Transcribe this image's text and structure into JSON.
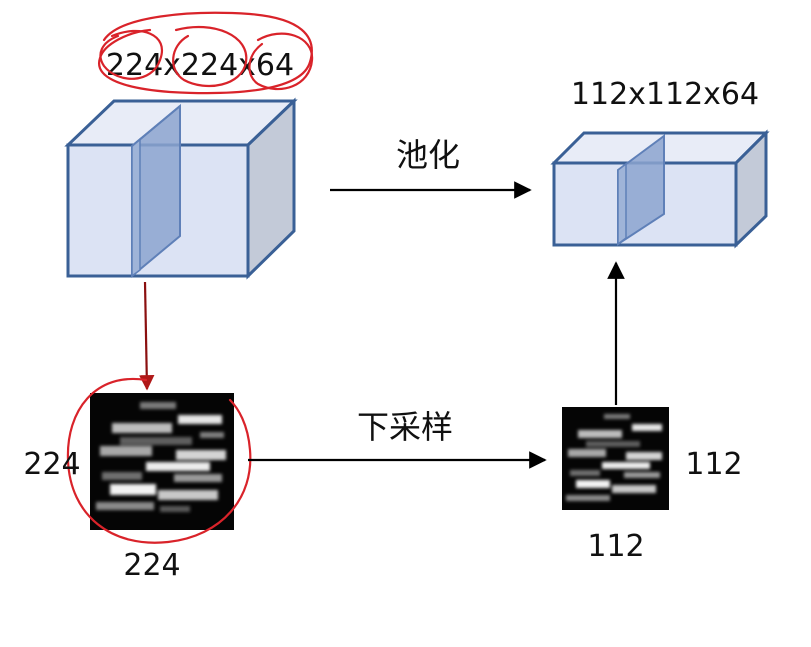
{
  "input_volume": {
    "dims": "224x224x64"
  },
  "output_volume": {
    "dims": "112x112x64"
  },
  "pooling_label": "池化",
  "downsample_label": "下采样",
  "input_map": {
    "height_label": "224",
    "width_label": "224"
  },
  "output_map": {
    "height_label": "112",
    "width_label": "112"
  },
  "colors": {
    "cube_front": "#dce3f4",
    "cube_top": "#e8ecf7",
    "cube_side": "#c3cad8",
    "cube_edge": "#3a6096",
    "slice": "#8ca5cf",
    "slice_edge": "#5f80b8",
    "annotation": "#d9232a",
    "arrow": "#000000"
  }
}
